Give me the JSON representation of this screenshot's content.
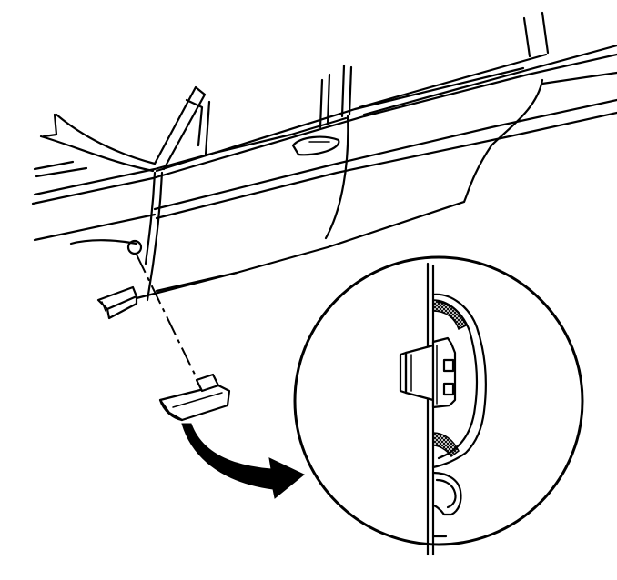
{
  "diagram": {
    "colors": {
      "line": "#000000",
      "background": "#ffffff",
      "foam": "#000000"
    },
    "parts": [
      {
        "id": "vehicle-body-side",
        "icon": "car-body-side-icon"
      },
      {
        "id": "rocker-molding-clip-installed",
        "icon": "clip-installed-icon"
      },
      {
        "id": "rocker-molding-clip-removed",
        "icon": "clip-removed-icon"
      },
      {
        "id": "detail-callout-arrow",
        "icon": "curved-arrow-icon"
      },
      {
        "id": "clip-cross-section-detail",
        "icon": "magnified-detail-icon"
      }
    ]
  }
}
